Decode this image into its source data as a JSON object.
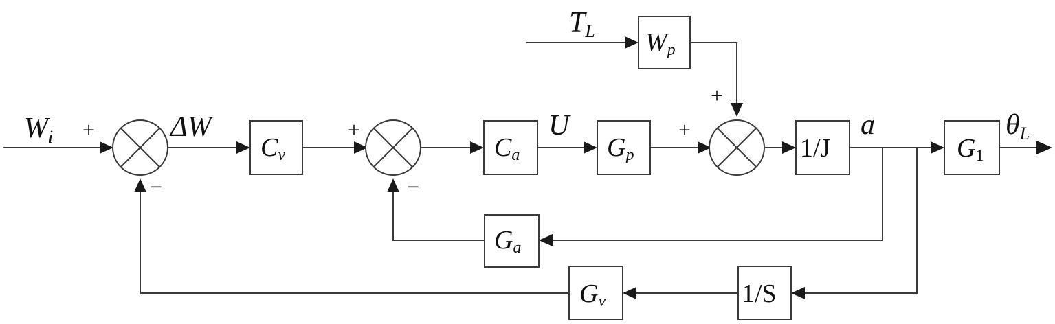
{
  "blocks": {
    "cv": {
      "main": "C",
      "sub": "v"
    },
    "ca": {
      "main": "C",
      "sub": "a"
    },
    "gp": {
      "main": "G",
      "sub": "p"
    },
    "wp": {
      "main": "W",
      "sub": "p"
    },
    "invj": {
      "text": "1/J"
    },
    "g1": {
      "main": "G",
      "sub": "1"
    },
    "ga": {
      "main": "G",
      "sub": "a"
    },
    "invs": {
      "text": "1/S"
    },
    "gv": {
      "main": "G",
      "sub": "v"
    }
  },
  "signals": {
    "input": {
      "main": "W",
      "sub": "i"
    },
    "error": "ΔW",
    "control": "U",
    "disturbance": {
      "main": "T",
      "sub": "L"
    },
    "accel": "a",
    "output": {
      "main": "θ",
      "sub": "L"
    }
  },
  "signs": {
    "sum1_in": "+",
    "sum1_fb": "−",
    "sum2_in": "+",
    "sum2_fb": "−",
    "sum3_in": "+",
    "sum3_top": "+"
  }
}
